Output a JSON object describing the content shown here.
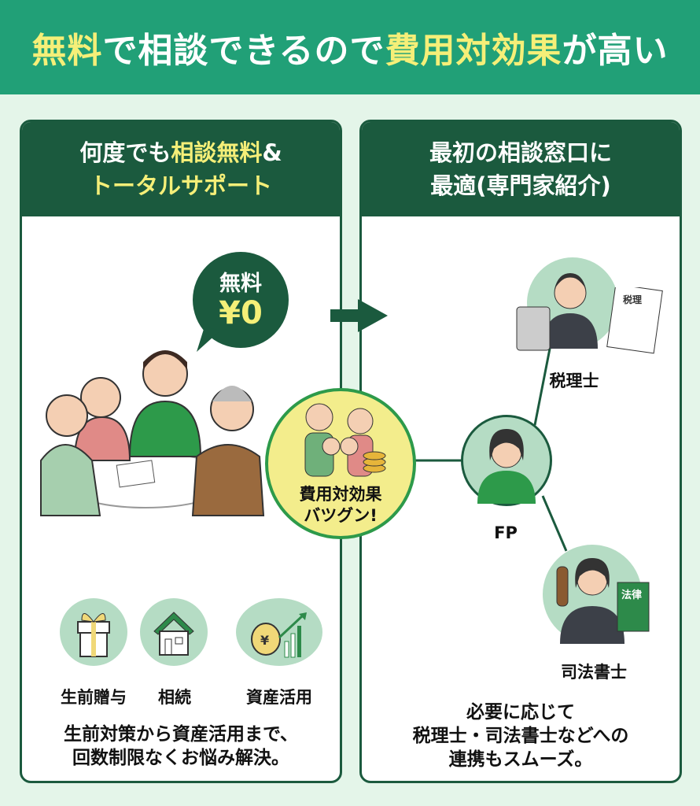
{
  "header": {
    "title_parts": [
      {
        "text": "無料",
        "highlight": true
      },
      {
        "text": "で相談できるので",
        "highlight": false
      },
      {
        "text": "費用対効果",
        "highlight": true
      },
      {
        "text": "が高い",
        "highlight": false
      }
    ]
  },
  "left_panel": {
    "heading_line1_a": "何度でも",
    "heading_line1_b": "相談無料",
    "heading_line1_c": "&",
    "heading_line2": "トータルサポート",
    "bubble_line1": "無料",
    "bubble_line2": "¥0",
    "icons": [
      {
        "icon": "gift-icon",
        "label": "生前贈与"
      },
      {
        "icon": "house-icon",
        "label": "相続"
      },
      {
        "icon": "money-bag-growth-icon",
        "label": "資産活用"
      }
    ],
    "caption_line1": "生前対策から資産活用まで、",
    "caption_line2": "回数制限なくお悩み解決。"
  },
  "center": {
    "line1": "費用対効果",
    "line2": "バツグン!"
  },
  "right_panel": {
    "heading_line1": "最初の相談窓口に",
    "heading_line2": "最適(専門家紹介)",
    "experts": [
      {
        "label": "税理士",
        "doc_text": "税理"
      },
      {
        "label": "FP"
      },
      {
        "label": "司法書士",
        "book_text": "法律"
      }
    ],
    "caption_line1": "必要に応じて",
    "caption_line2": "税理士・司法書士などへの",
    "caption_line3": "連携もスムーズ。"
  },
  "colors": {
    "header": "#21a077",
    "dark": "#1b5a3e",
    "yellow": "#f5ef78",
    "mint": "#b5dcc4",
    "accent": "#2d9a4a"
  }
}
